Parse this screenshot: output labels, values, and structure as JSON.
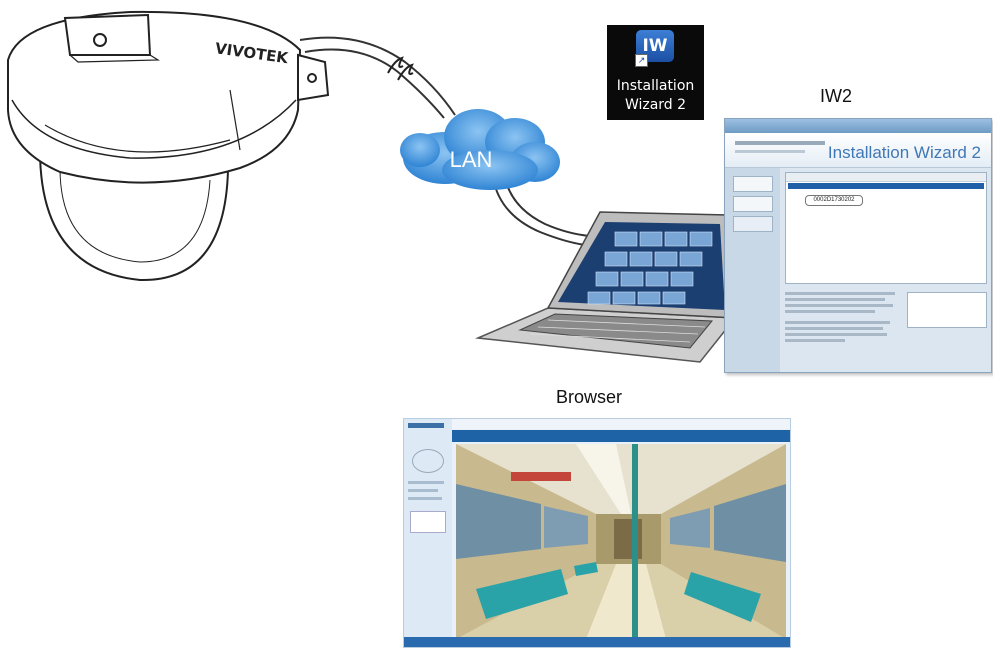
{
  "labels": {
    "lan": "LAN",
    "iw2": "IW2",
    "browser": "Browser",
    "camera_brand": "VIVOTEK"
  },
  "shortcut": {
    "icon_text": "IW",
    "line1": "Installation",
    "line2": "Wizard 2"
  },
  "iw2_window": {
    "brand_title": "Installation Wizard 2",
    "tooltip": "0002D1730202"
  },
  "colors": {
    "cloud": "#3d8fd9",
    "cable": "#333333",
    "window_accent": "#3f78b5"
  }
}
